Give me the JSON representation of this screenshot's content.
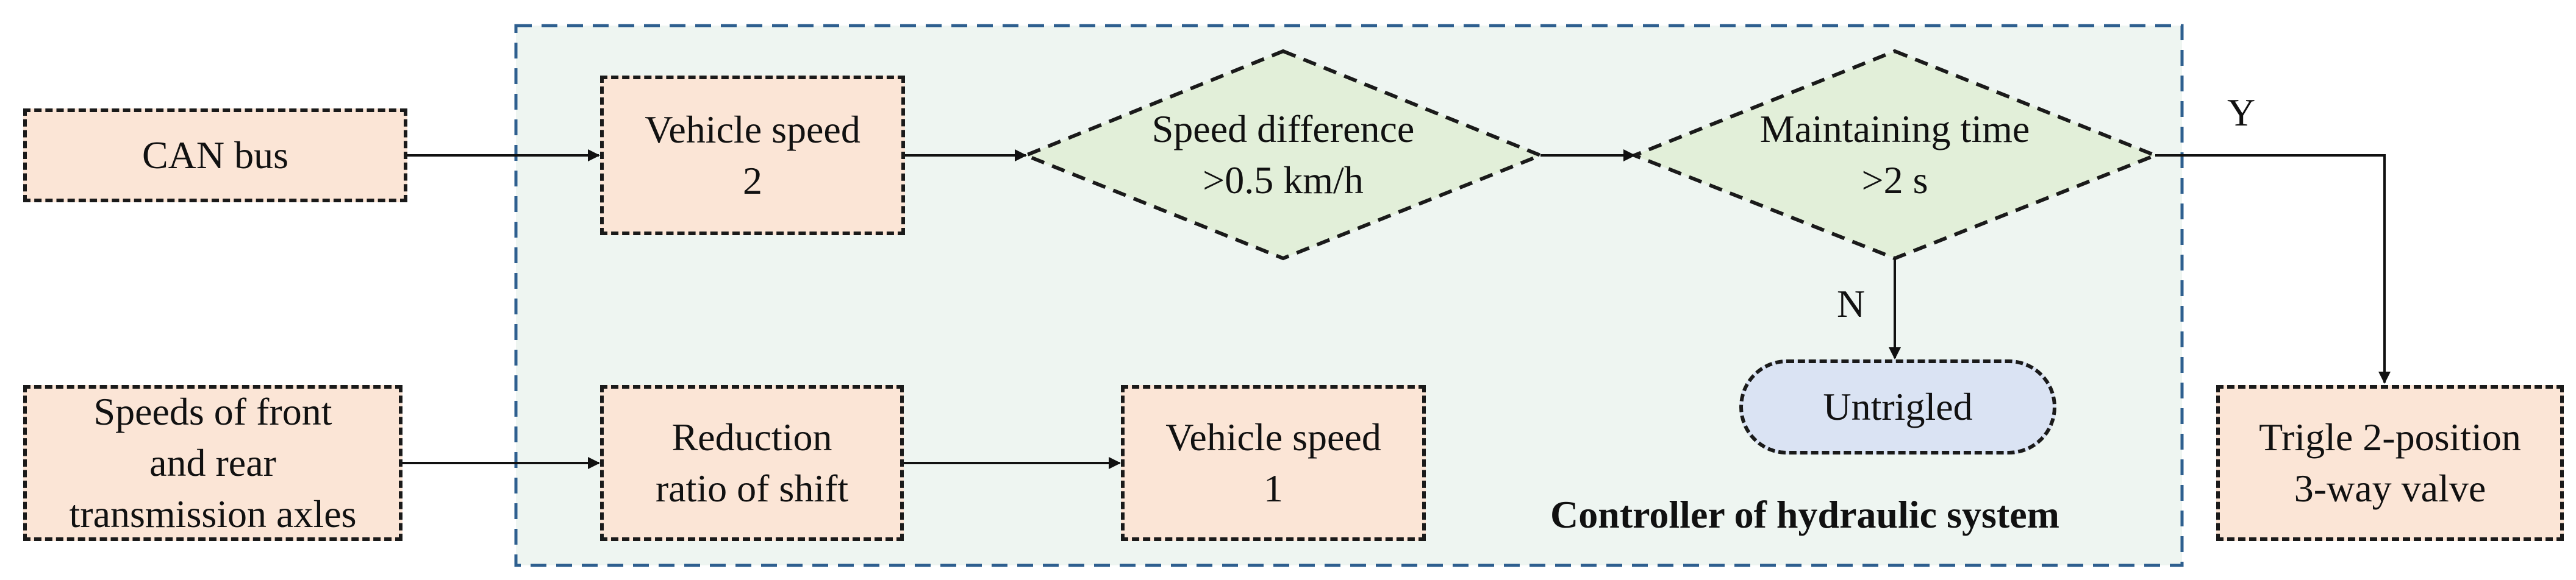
{
  "controller": {
    "title": "Controller of hydraulic system",
    "background_color": "#eef5f1",
    "border_color": "#2e5f8f"
  },
  "nodes": {
    "can_bus": "CAN bus",
    "axle_speeds": "Speeds of front\nand rear\ntransmission axles",
    "vehicle_speed_2": "Vehicle speed\n2",
    "reduction_ratio": "Reduction\nratio of shift",
    "vehicle_speed_1": "Vehicle speed\n1",
    "speed_difference": "Speed difference\n>0.5 km/h",
    "maintaining_time": "Maintaining time\n>2 s",
    "untriggered": "Untrigled",
    "trigger_valve": "Trigle  2-position\n3-way valve"
  },
  "edge_labels": {
    "yes": "Y",
    "no": "N"
  },
  "colors": {
    "process_fill": "#fbe5d6",
    "decision_fill": "#e2efd9",
    "terminal_fill": "#dae3f3",
    "stroke": "#1a1a1a"
  }
}
